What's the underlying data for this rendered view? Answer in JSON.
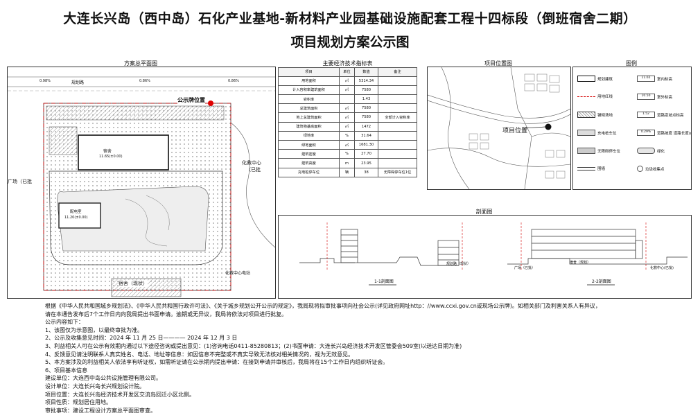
{
  "title_line1": "大连长兴岛（西中岛）石化产业基地-新材料产业园基础设施配套工程十四标段（倒班宿舍二期）",
  "title_line2": "项目规划方案公示图",
  "sections": {
    "site_plan": "方案总平面图",
    "tech_table": "主要经济技术指标表",
    "location": "项目位置图",
    "legend": "图例",
    "section_drawing": "剖面图"
  },
  "site_plan_labels": {
    "road": "规划路",
    "notice_position": "公示牌位置",
    "dorm": "宿舍",
    "dorm_elev": "11.65(±0.00)",
    "canteen": "配电室",
    "canteen_elev": "11.20(±0.00)",
    "dorm_existing": "宿舍（现状）",
    "culture_center": "化救中心",
    "culture_center_status": "（已批",
    "plaza": "广场（已批",
    "fire_center_road": "化救中心电站",
    "slope_left": "0.98%",
    "slope_mid": "0.86%",
    "slope_right": "0.86%"
  },
  "tech_table": {
    "headers": [
      "项目",
      "单位",
      "数值",
      "备注"
    ],
    "rows": [
      [
        "用地面积",
        "㎡",
        "5314.34",
        ""
      ],
      [
        "计入容积率建筑面积",
        "㎡",
        "7580",
        ""
      ],
      [
        "容积率",
        "",
        "1.43",
        ""
      ],
      [
        "总建筑面积",
        "㎡",
        "7580",
        ""
      ],
      [
        "地上总建筑面积",
        "㎡",
        "7580",
        "全部计入容积率"
      ],
      [
        "建筑物基底面积",
        "㎡",
        "1472",
        ""
      ],
      [
        "绿地率",
        "%",
        "31.64",
        ""
      ],
      [
        "绿地面积",
        "㎡",
        "1681.30",
        ""
      ],
      [
        "建筑密度",
        "%",
        "27.70",
        ""
      ],
      [
        "建筑高度",
        "m",
        "23.95",
        ""
      ],
      [
        "充电桩停车位",
        "辆",
        "38",
        "无障碍停车位1位"
      ]
    ]
  },
  "location_label": "项目位置",
  "legend_items": [
    {
      "label": "规划建筑"
    },
    {
      "label": "室内标高",
      "sub": "11.65"
    },
    {
      "label": "用地红线"
    },
    {
      "label": "室外标高",
      "sub": "10.50"
    },
    {
      "label": "铺砌场地"
    },
    {
      "label": "道路变坡点标高",
      "sub": "1.52"
    },
    {
      "label": "充电桩车位"
    },
    {
      "label": "道路坡度 道路长度(m)",
      "sub": "0.29%"
    },
    {
      "label": "无障碍停车位"
    },
    {
      "label": "绿化"
    },
    {
      "label": "围墙"
    },
    {
      "label": "垃圾收集点"
    }
  ],
  "section_labels": {
    "section_1": "1-1剖面图",
    "section_2": "2-2剖面图",
    "road_existing": "规划路（现状）",
    "dorm": "宿舍（规划）",
    "plaza": "广场（已批）",
    "center": "化救中心(已批)"
  },
  "notes": [
    "根据《中华人民共和国城乡规划法》、《中华人民共和国行政许可法》、《关于城乡规划公开公示的规定》，我局现将拟审批事项向社会公示(详见政府网址http：//www.ccxi.gov.cn或现场公示牌)。如相关部门及利害关系人有异议，",
    "请在本通告发布后7个工作日内向我局提出书面申请。逾期或无异议，我局将依法对项目进行批复。",
    "公示内容如下：",
    "1、该图仅为示意图，以最终审批为准。",
    "2、公示及收集意见时间：2024 年 11 月 25 日———— 2024 年 12 月 3 日",
    "3、利益相关人可在公示有效期内通过以下途径咨询或提出意见：(1)咨询电话0411-85280813；(2)书面申请：大连长兴岛经济技术开发区管委会509室(以送达日期为准)",
    "4、反馈意见请注明联系人真实姓名、电话、地址等信息：如因信息不完整或不真实导致无法核对相关情况的，视为无效意见。",
    "5、本方案涉及的利益相关人依法享有听证权，如需听证请在公示期内提出申请：在接到申请并审核后，我局将在15个工作日内组织听证会。",
    "6、项目基本信息",
    "建设单位：大连西中岛公共设施管理有限公司。",
    "设计单位：大连长兴岛长兴规划设计院。",
    "项目位置：大连长兴岛经济技术开发区交流岛回迁小区北侧。",
    "项目性质：规划居住用地。",
    "审批事项：建设工程设计方案总平面图审查。"
  ],
  "colors": {
    "red_line": "#d40000",
    "hatch": "#777777",
    "green": "#9a9a9a"
  }
}
